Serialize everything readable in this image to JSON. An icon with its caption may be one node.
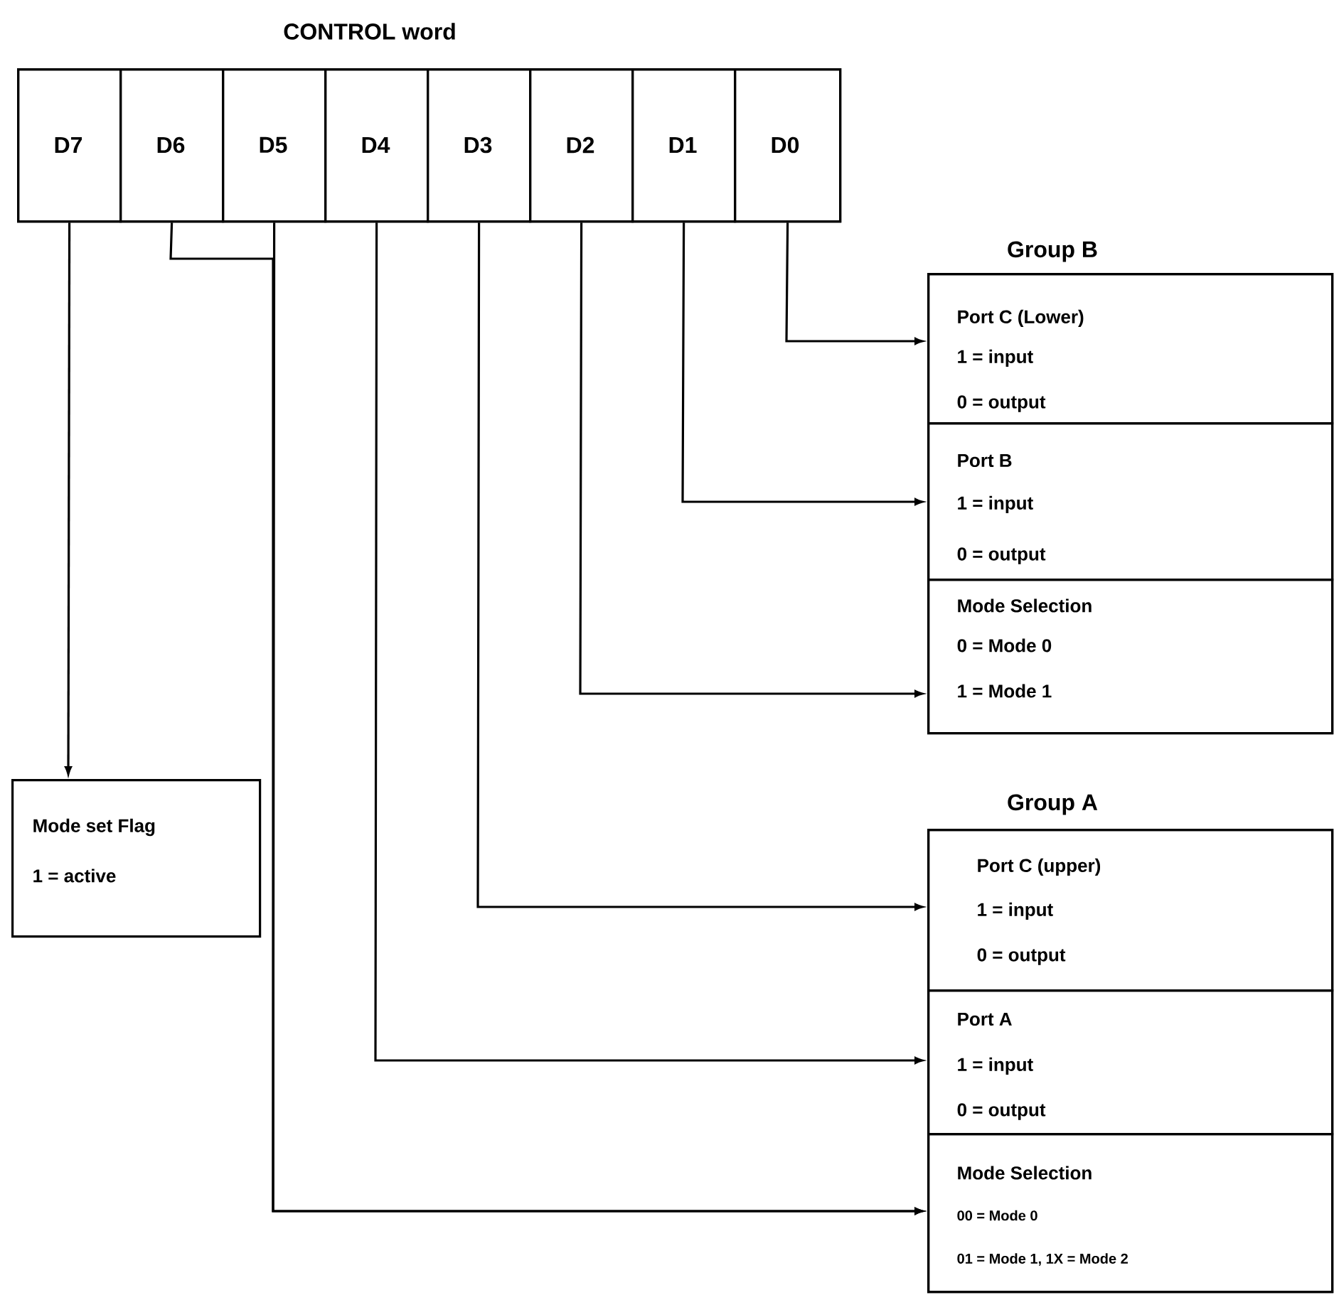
{
  "diagram": {
    "nodes": [
      {
        "text": [
          "CONTROL word"
        ]
      },
      {
        "text": [
          "D7"
        ],
        "in": 0
      },
      {
        "text": [
          "D6"
        ],
        "in": 0
      },
      {
        "text": [
          "D5"
        ],
        "in": 0
      },
      {
        "text": [
          "D4"
        ],
        "in": 0
      },
      {
        "text": [
          "D3"
        ],
        "in": 0
      },
      {
        "text": [
          "D2"
        ],
        "in": 0
      },
      {
        "text": [
          "D1"
        ],
        "in": 0
      },
      {
        "text": [
          "D0"
        ],
        "in": 0
      },
      {
        "text": [
          "Group B"
        ]
      },
      {
        "text": [
          "Port C (Lower)",
          "1 = input",
          "0 = output"
        ],
        "in": 9
      },
      {
        "text": [
          "Port B",
          "1 = input",
          "0 = output"
        ],
        "in": 9
      },
      {
        "text": [
          "Mode Selection",
          "0 = Mode 0",
          "1 = Mode 1"
        ],
        "in": 9
      },
      {
        "text": [
          "Mode set Flag",
          "1 = active"
        ]
      },
      {
        "text": [
          "Group A"
        ]
      },
      {
        "text": [
          "Port C (upper)",
          "1 = input",
          "0 = output"
        ],
        "in": 14
      },
      {
        "text": [
          "Port A",
          "1 = input",
          "0 = output"
        ],
        "in": 14
      },
      {
        "text": [
          "Mode Selection",
          "00 = Mode 0",
          "01 = Mode 1, 1X = Mode 2"
        ],
        "in": 14
      }
    ],
    "edges": [
      {
        "from": 1,
        "to": 13,
        "arrow": "to"
      },
      {
        "from": 2,
        "to": 17,
        "arrow": "to"
      },
      {
        "from": 3,
        "to": 17,
        "arrow": "to"
      },
      {
        "from": 4,
        "to": 16,
        "arrow": "to"
      },
      {
        "from": 5,
        "to": 15,
        "arrow": "to"
      },
      {
        "from": 6,
        "to": 12,
        "arrow": "to"
      },
      {
        "from": 7,
        "to": 11,
        "arrow": "to"
      },
      {
        "from": 8,
        "to": 10,
        "arrow": "to"
      }
    ]
  }
}
